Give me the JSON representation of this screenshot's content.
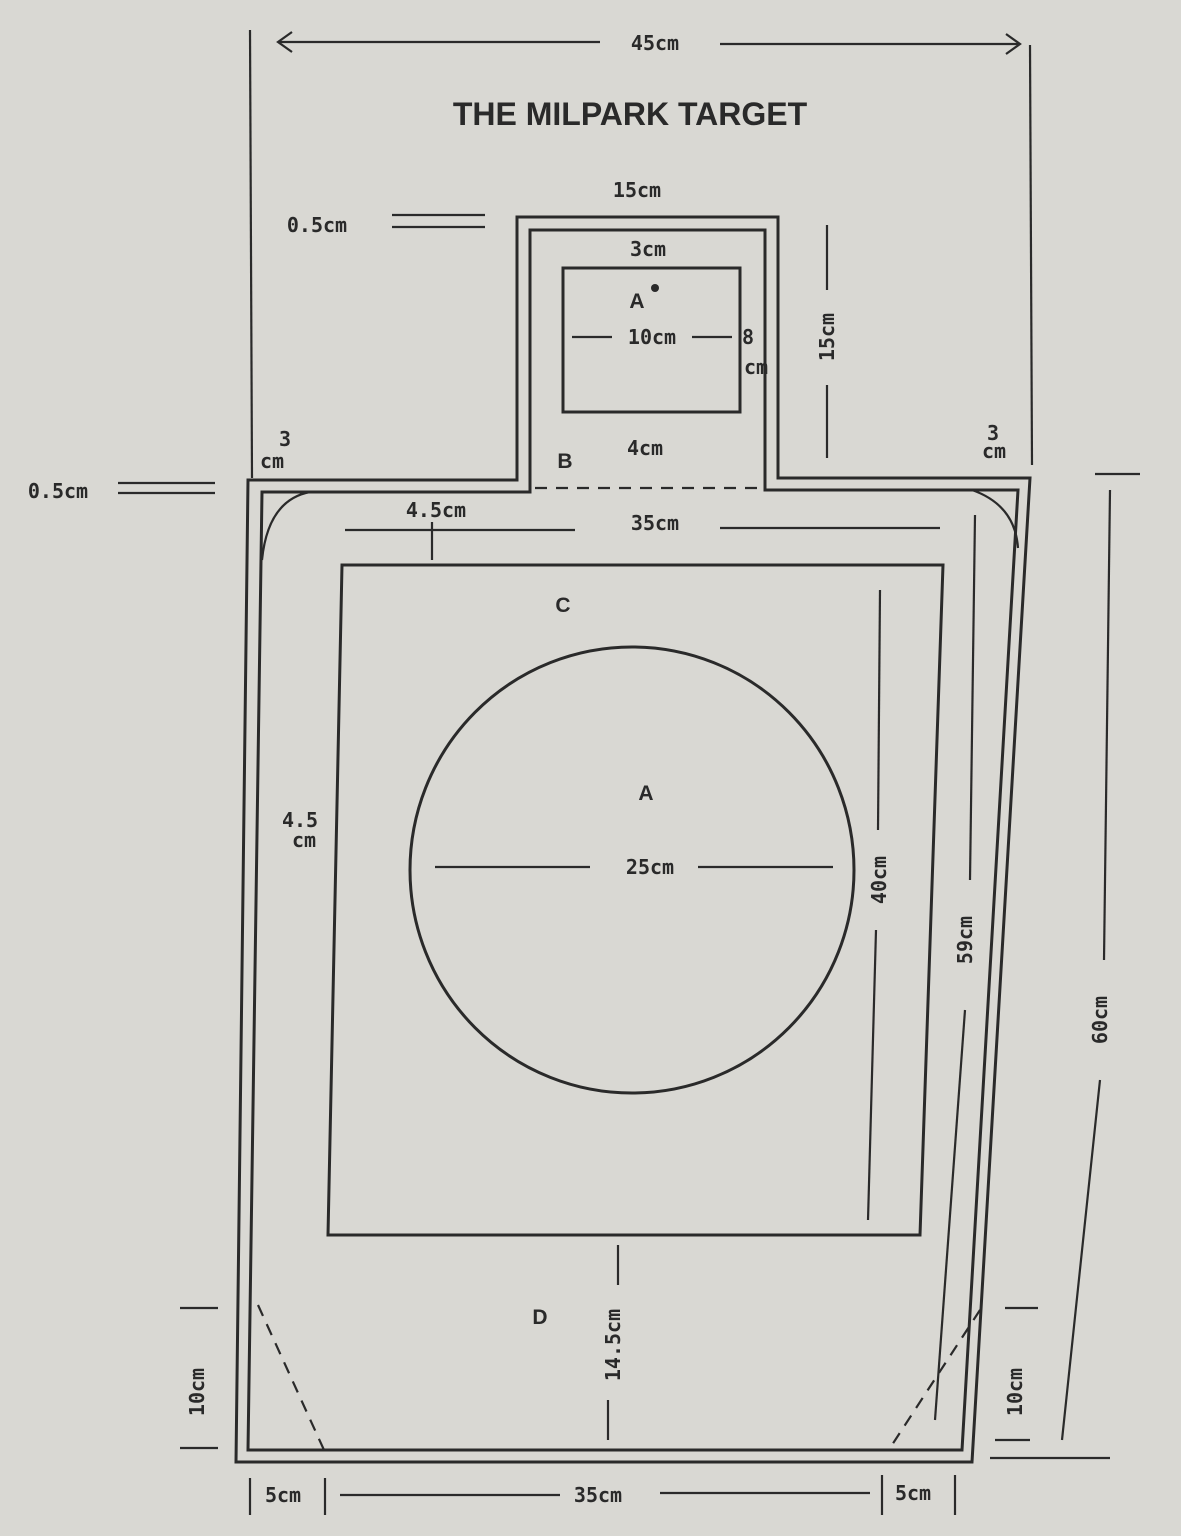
{
  "title": "THE MILPARK TARGET",
  "zones": {
    "a_head": "A",
    "b": "B",
    "c": "C",
    "a_body": "A",
    "d": "D"
  },
  "dimensions": {
    "overall_width": "45cm",
    "line_thickness_top": "0.5cm",
    "line_thickness_left": "0.5cm",
    "head_width": "15cm",
    "head_height": "15cm",
    "head_box_top_gap": "3cm",
    "head_box_width": "10cm",
    "head_box_height_num": "8",
    "head_box_height_unit": "cm",
    "head_box_bottom_gap": "4cm",
    "shoulder_left_num": "3",
    "shoulder_left_unit": "cm",
    "shoulder_right_num": "3",
    "shoulder_right_unit": "cm",
    "c_top_gap": "4.5cm",
    "c_width": "35cm",
    "c_side_gap_num": "4.5",
    "c_side_gap_unit": "cm",
    "circle_diameter": "25cm",
    "c_height": "40cm",
    "body_inner_height": "59cm",
    "body_height": "60cm",
    "d_height": "14.5cm",
    "corner_left_height": "10cm",
    "corner_right_height": "10cm",
    "corner_left_width": "5cm",
    "bottom_width": "35cm",
    "corner_right_width": "5cm"
  }
}
